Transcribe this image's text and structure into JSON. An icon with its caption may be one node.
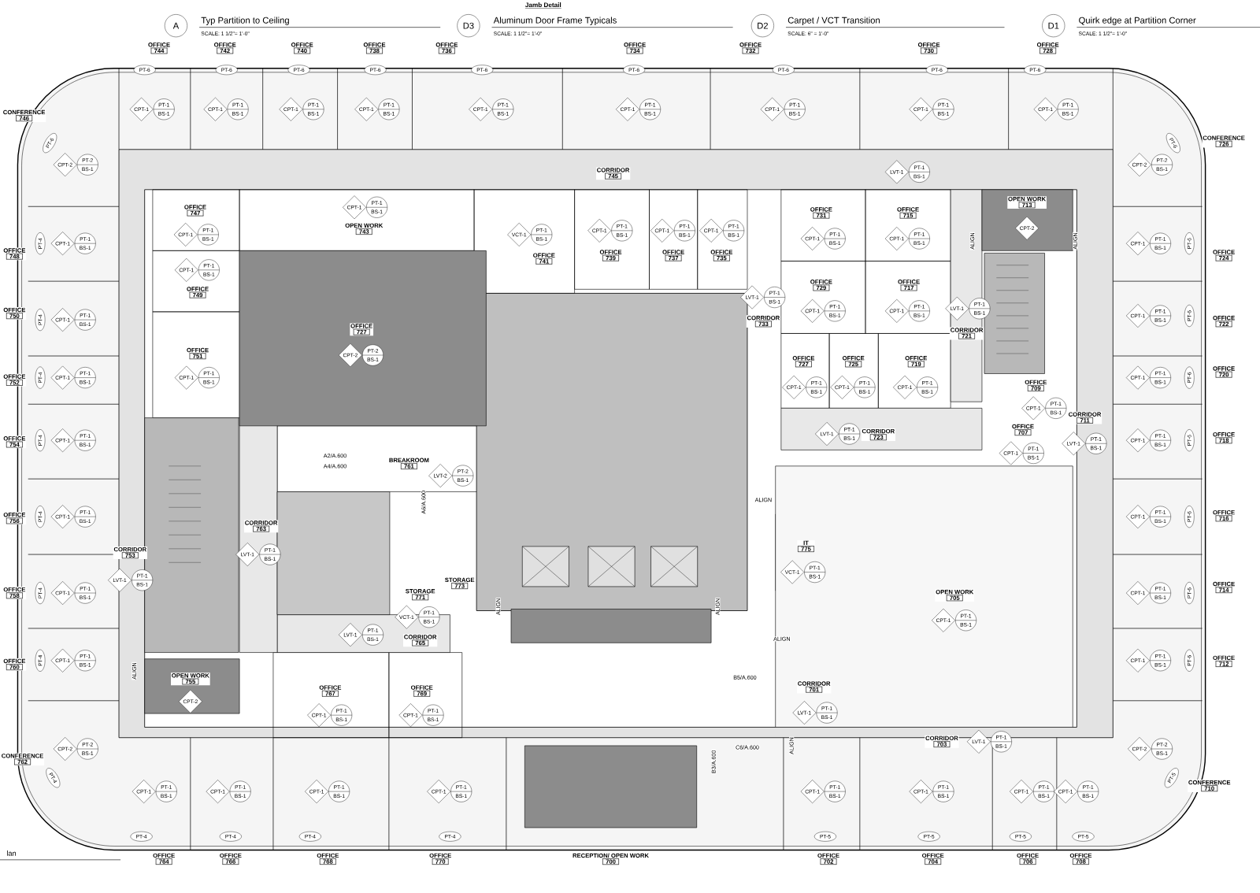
{
  "diagram": {
    "nodes": [
      {
        "text": [
          "A"
        ],
        "beside": [
          "Typ Partition to Ceiling",
          "SCALE: 1 1/2\"=   1'-0\""
        ]
      },
      {
        "text": [
          "D3"
        ],
        "beside": [
          "Aluminum Door Frame Typicals",
          "SCALE: 1 1/2\"=   1'-0\""
        ]
      },
      {
        "text": [
          "D2"
        ],
        "beside": [
          "Carpet / VCT Transition",
          "SCALE: 6\"   =   1'-0\""
        ]
      },
      {
        "text": [
          "D1"
        ],
        "beside": [
          "Quirk edge at Partition Corner",
          "SCALE: 1 1/2\"=   1'-0\""
        ]
      },
      {
        "text": [
          "OFFICE",
          "744"
        ],
        "beside": [
          "CPT-1",
          "PT-1",
          "BS-1"
        ]
      },
      {
        "text": [
          "OFFICE",
          "742"
        ],
        "beside": [
          "CPT-1",
          "PT-1",
          "BS-1"
        ]
      },
      {
        "text": [
          "OFFICE",
          "740"
        ],
        "beside": [
          "CPT-1",
          "PT-1",
          "BS-1"
        ]
      },
      {
        "text": [
          "OFFICE",
          "738"
        ],
        "beside": [
          "CPT-1",
          "PT-1",
          "BS-1"
        ]
      },
      {
        "text": [
          "OFFICE",
          "736"
        ],
        "beside": [
          "CPT-1",
          "PT-1",
          "BS-1"
        ]
      },
      {
        "text": [
          "OFFICE",
          "734"
        ],
        "beside": [
          "CPT-1",
          "PT-1",
          "BS-1"
        ]
      },
      {
        "text": [
          "OFFICE",
          "732"
        ],
        "beside": [
          "CPT-1",
          "PT-1",
          "BS-1"
        ]
      },
      {
        "text": [
          "OFFICE",
          "730"
        ],
        "beside": [
          "CPT-1",
          "PT-1",
          "BS-1"
        ]
      },
      {
        "text": [
          "OFFICE",
          "728"
        ],
        "beside": [
          "CPT-1",
          "PT-1",
          "BS-1"
        ]
      },
      {
        "text": [
          "CONFERENCE",
          "746"
        ],
        "beside": [
          "CPT-2",
          "PT-2",
          "BS-1"
        ]
      },
      {
        "text": [
          "OFFICE",
          "748"
        ],
        "beside": [
          "CPT-1",
          "PT-1",
          "BS-1"
        ]
      },
      {
        "text": [
          "OFFICE",
          "750"
        ],
        "beside": [
          "CPT-1",
          "PT-1",
          "BS-1"
        ]
      },
      {
        "text": [
          "OFFICE",
          "752"
        ],
        "beside": [
          "CPT-1",
          "PT-1",
          "BS-1"
        ]
      },
      {
        "text": [
          "OFFICE",
          "754"
        ],
        "beside": [
          "CPT-1",
          "PT-1",
          "BS-1"
        ]
      },
      {
        "text": [
          "OFFICE",
          "756"
        ],
        "beside": [
          "CPT-1",
          "PT-1",
          "BS-1"
        ]
      },
      {
        "text": [
          "OFFICE",
          "758"
        ],
        "beside": [
          "CPT-1",
          "PT-1",
          "BS-1"
        ]
      },
      {
        "text": [
          "OFFICE",
          "760"
        ],
        "beside": [
          "CPT-1",
          "PT-1",
          "BS-1"
        ]
      },
      {
        "text": [
          "CONFERENCE",
          "762"
        ],
        "beside": [
          "CPT-2",
          "PT-2",
          "BS-1"
        ]
      },
      {
        "text": [
          "CONFERENCE",
          "726"
        ],
        "beside": [
          "CPT-2",
          "PT-2",
          "BS-1"
        ]
      },
      {
        "text": [
          "OFFICE",
          "724"
        ],
        "beside": [
          "CPT-1",
          "PT-1",
          "BS-1"
        ]
      },
      {
        "text": [
          "OFFICE",
          "722"
        ],
        "beside": [
          "CPT-1",
          "PT-1",
          "BS-1"
        ]
      },
      {
        "text": [
          "OFFICE",
          "720"
        ],
        "beside": [
          "CPT-1",
          "PT-1",
          "BS-1"
        ]
      },
      {
        "text": [
          "OFFICE",
          "718"
        ],
        "beside": [
          "CPT-1",
          "PT-1",
          "BS-1"
        ]
      },
      {
        "text": [
          "OFFICE",
          "716"
        ],
        "beside": [
          "CPT-1",
          "PT-1",
          "BS-1"
        ]
      },
      {
        "text": [
          "OFFICE",
          "714"
        ],
        "beside": [
          "CPT-1",
          "PT-1",
          "BS-1"
        ]
      },
      {
        "text": [
          "OFFICE",
          "712"
        ],
        "beside": [
          "CPT-1",
          "PT-1",
          "BS-1"
        ]
      },
      {
        "text": [
          "CONFERENCE",
          "710"
        ],
        "beside": [
          "CPT-2",
          "PT-2",
          "BS-1"
        ]
      },
      {
        "text": [
          "OFFICE",
          "764"
        ],
        "beside": [
          "CPT-1",
          "PT-1",
          "BS-1"
        ]
      },
      {
        "text": [
          "OFFICE",
          "766"
        ],
        "beside": [
          "CPT-1",
          "PT-1",
          "BS-1"
        ]
      },
      {
        "text": [
          "OFFICE",
          "768"
        ],
        "beside": [
          "CPT-1",
          "PT-1",
          "BS-1"
        ]
      },
      {
        "text": [
          "OFFICE",
          "770"
        ],
        "beside": [
          "CPT-1",
          "PT-1",
          "BS-1"
        ]
      },
      {
        "text": [
          "RECEPTION/ OPEN WORK",
          "700"
        ]
      },
      {
        "text": [
          "OFFICE",
          "702"
        ],
        "beside": [
          "CPT-1",
          "PT-1",
          "BS-1"
        ]
      },
      {
        "text": [
          "OFFICE",
          "704"
        ],
        "beside": [
          "CPT-1",
          "PT-1",
          "BS-1"
        ]
      },
      {
        "text": [
          "OFFICE",
          "706"
        ],
        "beside": [
          "CPT-1",
          "PT-1",
          "BS-1"
        ]
      },
      {
        "text": [
          "OFFICE",
          "708"
        ],
        "beside": [
          "CPT-1",
          "PT-1",
          "BS-1"
        ]
      },
      {
        "text": [
          "CORRIDOR",
          "745"
        ],
        "beside": [
          "LVT-1",
          "PT-1",
          "BS-1"
        ]
      },
      {
        "text": [
          "OFFICE",
          "747"
        ],
        "beside": [
          "CPT-1",
          "PT-1",
          "BS-1"
        ]
      },
      {
        "text": [
          "OPEN WORK",
          "743"
        ],
        "beside": [
          "CPT-1",
          "PT-1",
          "BS-1"
        ]
      },
      {
        "text": [
          "OFFICE",
          "749"
        ],
        "beside": [
          "CPT-1",
          "PT-1",
          "BS-1"
        ]
      },
      {
        "text": [
          "OFFICE",
          "751"
        ],
        "beside": [
          "CPT-1",
          "PT-1",
          "BS-1"
        ]
      },
      {
        "text": [
          "OFFICE",
          "727"
        ],
        "beside": [
          "CPT-2",
          "PT-2",
          "BS-1"
        ]
      },
      {
        "text": [
          "OFFICE",
          "741"
        ],
        "beside": [
          "VCT-1",
          "PT-1",
          "BS-1"
        ]
      },
      {
        "text": [
          "OFFICE",
          "739"
        ],
        "beside": [
          "CPT-1",
          "PT-1",
          "BS-1"
        ]
      },
      {
        "text": [
          "OFFICE",
          "737"
        ],
        "beside": [
          "CPT-1",
          "PT-1",
          "BS-1"
        ]
      },
      {
        "text": [
          "OFFICE",
          "735"
        ],
        "beside": [
          "CPT-1",
          "PT-1",
          "BS-1"
        ]
      },
      {
        "text": [
          "OFFICE",
          "731"
        ],
        "beside": [
          "CPT-1",
          "PT-1",
          "BS-1"
        ]
      },
      {
        "text": [
          "OFFICE",
          "715"
        ],
        "beside": [
          "CPT-1",
          "PT-1",
          "BS-1"
        ]
      },
      {
        "text": [
          "OPEN WORK",
          "713"
        ],
        "beside": [
          "CPT-2"
        ]
      },
      {
        "text": [
          "OFFICE",
          "729"
        ],
        "beside": [
          "CPT-1",
          "PT-1",
          "BS-1"
        ]
      },
      {
        "text": [
          "OFFICE",
          "717"
        ],
        "beside": [
          "CPT-1",
          "PT-1",
          "BS-1"
        ]
      },
      {
        "text": [
          "CORRIDOR",
          "733"
        ],
        "beside": [
          "LVT-1",
          "PT-1",
          "BS-1"
        ]
      },
      {
        "text": [
          "CORRIDOR",
          "721"
        ],
        "beside": [
          "LVT-1",
          "PT-1",
          "BS-1"
        ]
      },
      {
        "text": [
          "OFFICE",
          "727"
        ],
        "beside": [
          "CPT-1",
          "PT-1",
          "BS-1"
        ]
      },
      {
        "text": [
          "OFFICE",
          "725"
        ],
        "beside": [
          "CPT-1",
          "PT-1",
          "BS-1"
        ]
      },
      {
        "text": [
          "OFFICE",
          "719"
        ],
        "beside": [
          "CPT-1",
          "PT-1",
          "BS-1"
        ]
      },
      {
        "text": [
          "OFFICE",
          "709"
        ],
        "beside": [
          "CPT-1",
          "PT-1",
          "BS-1"
        ]
      },
      {
        "text": [
          "CORRIDOR",
          "711"
        ],
        "beside": [
          "LVT-1",
          "PT-1",
          "BS-1"
        ]
      },
      {
        "text": [
          "OFFICE",
          "707"
        ],
        "beside": [
          "CPT-1",
          "PT-1",
          "BS-1"
        ]
      },
      {
        "text": [
          "CORRIDOR",
          "723"
        ],
        "beside": [
          "LVT-1",
          "PT-1",
          "BS-1"
        ]
      },
      {
        "text": [
          "BREAKROOM",
          "761"
        ],
        "beside": [
          "LVT-2",
          "PT-2",
          "BS-1"
        ]
      },
      {
        "text": [
          "CORRIDOR",
          "763"
        ],
        "beside": [
          "LVT-1",
          "PT-1",
          "BS-1"
        ]
      },
      {
        "text": [
          "CORRIDOR",
          "753"
        ],
        "beside": [
          "LVT-1",
          "PT-1",
          "BS-1"
        ]
      },
      {
        "text": [
          "IT",
          "775"
        ],
        "beside": [
          "VCT-1",
          "PT-1",
          "BS-1"
        ]
      },
      {
        "text": [
          "STORAGE",
          "773"
        ]
      },
      {
        "text": [
          "STORAGE",
          "771"
        ],
        "beside": [
          "VCT-1",
          "PT-1",
          "BS-1"
        ]
      },
      {
        "text": [
          "OPEN WORK",
          "705"
        ],
        "beside": [
          "CPT-1",
          "PT-1",
          "BS-1"
        ]
      },
      {
        "text": [
          "CORRIDOR",
          "765"
        ],
        "beside": [
          "LVT-1",
          "PT-1",
          "BS-1"
        ]
      },
      {
        "text": [
          "OPEN WORK",
          "755"
        ],
        "beside": [
          "CPT-2"
        ]
      },
      {
        "text": [
          "OFFICE",
          "767"
        ],
        "beside": [
          "CPT-1",
          "PT-1",
          "BS-1"
        ]
      },
      {
        "text": [
          "OFFICE",
          "769"
        ],
        "beside": [
          "CPT-1",
          "PT-1",
          "BS-1"
        ]
      },
      {
        "text": [
          "CORRIDOR",
          "701"
        ],
        "beside": [
          "LVT-1",
          "PT-1",
          "BS-1"
        ]
      },
      {
        "text": [
          "CORRIDOR",
          "703"
        ],
        "beside": [
          "LVT-1",
          "PT-1",
          "BS-1"
        ]
      }
    ],
    "labels": [
      "Jamb Detail",
      "lan",
      "A2/A.600",
      "A4/A.600",
      "A6/A.600",
      "B5/A.600",
      "C6/A.600",
      "B3/A.600",
      "ALIGN",
      "ALIGN",
      "ALIGN",
      "ALIGN",
      "ALIGN",
      "ALIGN",
      "ALIGN",
      "ALIGN",
      "PT-6",
      "PT-6",
      "PT-6",
      "PT-6",
      "PT-6",
      "PT-6",
      "PT-6",
      "PT-6",
      "PT-6",
      "PT-6",
      "PT-4",
      "PT-4",
      "PT-4",
      "PT-4",
      "PT-4",
      "PT-4",
      "PT-4",
      "PT-4",
      "PT-6",
      "PT-6",
      "PT-6",
      "PT-6",
      "PT-6",
      "PT-6",
      "PT-6",
      "PT-6",
      "PT-5",
      "PT-4",
      "PT-4",
      "PT-4",
      "PT-4",
      "PT-5",
      "PT-5",
      "PT-5",
      "PT-5"
    ]
  }
}
